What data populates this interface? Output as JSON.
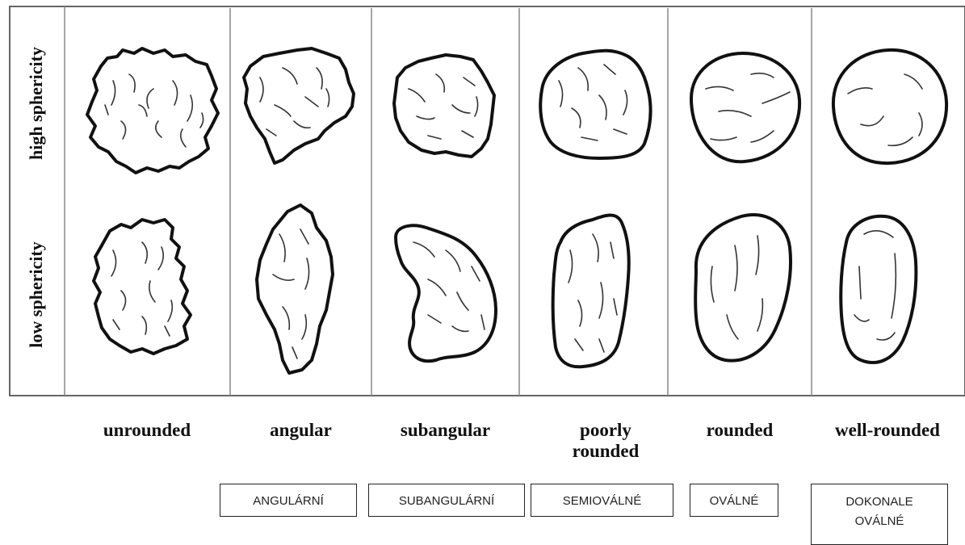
{
  "rows": [
    {
      "label": "high sphericity"
    },
    {
      "label": "low sphericity"
    }
  ],
  "columns": [
    {
      "label": "unrounded"
    },
    {
      "label": "angular"
    },
    {
      "label": "subangular"
    },
    {
      "label": "poorly rounded"
    },
    {
      "label": "rounded"
    },
    {
      "label": "well-rounded"
    }
  ],
  "czech_labels": [
    "ANGULÁRNÍ",
    "SUBANGULÁRNÍ",
    "SEMIOVÁLNÉ",
    "OVÁLNÉ",
    "DOKONALE OVÁLNÉ"
  ],
  "colors": {
    "ink": "#111111",
    "frame": "#666666",
    "paper": "#ffffff"
  }
}
